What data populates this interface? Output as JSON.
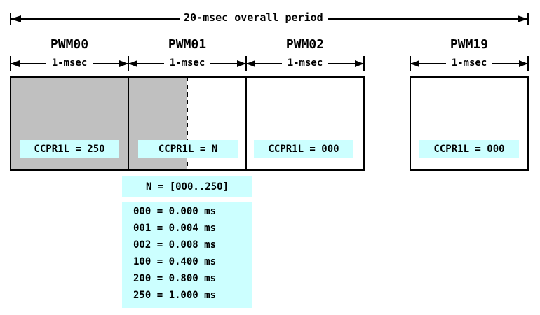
{
  "title": "20-msec overall period",
  "slots": [
    {
      "name": "PWM00",
      "duration": "1-msec",
      "register": "CCPR1L = 250"
    },
    {
      "name": "PWM01",
      "duration": "1-msec",
      "register": "CCPR1L = N"
    },
    {
      "name": "PWM02",
      "duration": "1-msec",
      "register": "CCPR1L = 000"
    },
    {
      "name": "PWM19",
      "duration": "1-msec",
      "register": "CCPR1L = 000"
    }
  ],
  "n_range": "N = [000..250]",
  "table_rows": [
    "000 = 0.000 ms",
    "001 = 0.004 ms",
    "002 = 0.008 ms",
    "100 = 0.400 ms",
    "200 = 0.800 ms",
    "250 = 1.000 ms"
  ],
  "colors": {
    "pulse_fill": "#c0c0c0",
    "label_fill": "#ccffff",
    "line": "#000000"
  }
}
